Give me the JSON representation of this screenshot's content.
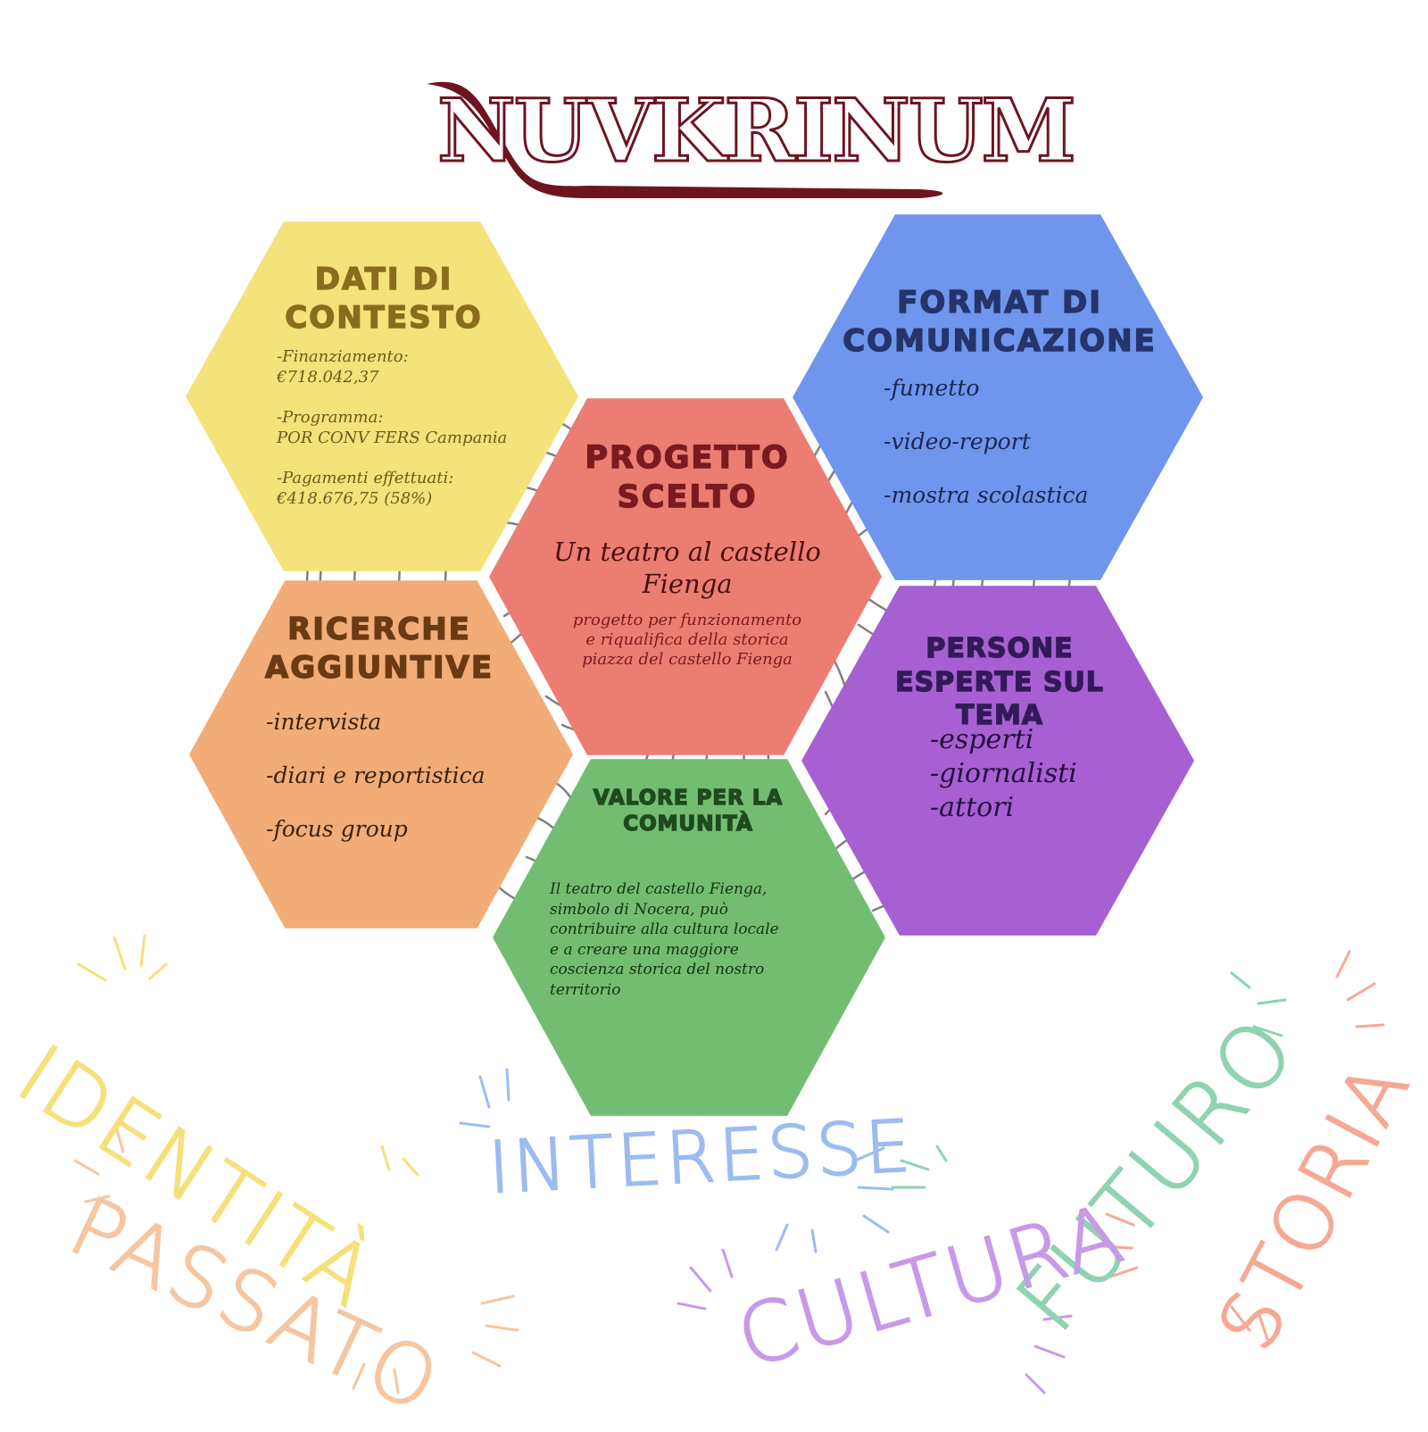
{
  "title": "NUVKRINUM",
  "colors": {
    "title": "#6e1421",
    "yellow": "#f4e27a",
    "blue": "#6f95ec",
    "red": "#ec7d72",
    "orange": "#f1ac78",
    "purple": "#a760d2",
    "green": "#72bd72"
  },
  "dati": {
    "heading_1": "DATI DI",
    "heading_2": "CONTESTO",
    "fin_label": "-Finanziamento:",
    "fin_value": "€718.042,37",
    "prog_label": "-Programma:",
    "prog_value": "POR CONV FERS Campania",
    "pag_label": "-Pagamenti effettuati:",
    "pag_value": "€418.676,75 (58%)"
  },
  "format": {
    "heading_1": "FORMAT DI",
    "heading_2": "COMUNICAZIONE",
    "items": [
      "-fumetto",
      "-video-report",
      "-mostra scolastica"
    ]
  },
  "progetto": {
    "heading_1": "PROGETTO",
    "heading_2": "SCELTO",
    "name_1": "Un teatro al castello",
    "name_2": "Fienga",
    "desc_1": "progetto per funzionamento",
    "desc_2": "e riqualifica della storica",
    "desc_3": "piazza del castello Fienga"
  },
  "ricerche": {
    "heading_1": "RICERCHE",
    "heading_2": "AGGIUNTIVE",
    "items": [
      "-intervista",
      "-diari e reportistica",
      "-focus group"
    ]
  },
  "persone": {
    "heading_1": "PERSONE",
    "heading_2": "ESPERTE SUL TEMA",
    "items": [
      "-esperti",
      "-giornalisti",
      "-attori"
    ]
  },
  "valore": {
    "heading_1": "VALORE PER LA",
    "heading_2": "COMUNITÀ",
    "lines": [
      "Il teatro del castello Fienga,",
      "simbolo di Nocera, può",
      "contribuire alla cultura locale",
      "e a creare una maggiore",
      "coscienza storica del nostro",
      "territorio"
    ]
  },
  "words": {
    "identita": "IDENTITÀ",
    "passato": "PASSATO",
    "interesse": "INTERESSE",
    "futuro": "FUTURO",
    "storia": "STORIA",
    "cultura": "CULTURA"
  }
}
